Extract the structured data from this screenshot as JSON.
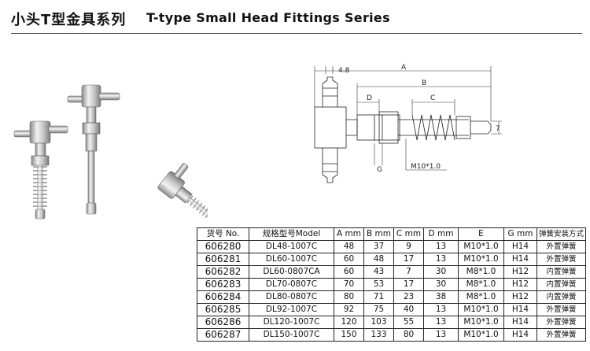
{
  "header": {
    "title_cn": "小头T型金具系列",
    "title_en": "T-type Small Head Fittings Series"
  },
  "diagram": {
    "dim_a": "A",
    "dim_b": "B",
    "dim_c": "C",
    "dim_d": "D",
    "dim_g": "G",
    "dim_48": "4.8",
    "dim_7": "7",
    "thread_label": "M10*1.0"
  },
  "table": {
    "headers": [
      "货号 No.",
      "规格型号Model",
      "A mm",
      "B mm",
      "C mm",
      "D mm",
      "E",
      "G mm",
      "弹簧安装方式"
    ],
    "rows": [
      [
        "606280",
        "DL48-1007C",
        "48",
        "37",
        "9",
        "13",
        "M10*1.0",
        "H14",
        "外置弹簧"
      ],
      [
        "606281",
        "DL60-1007C",
        "60",
        "48",
        "17",
        "13",
        "M10*1.0",
        "H14",
        "外置弹簧"
      ],
      [
        "606282",
        "DL60-0807CA",
        "60",
        "43",
        "7",
        "30",
        "M8*1.0",
        "H12",
        "内置弹簧"
      ],
      [
        "606283",
        "DL70-0807C",
        "70",
        "53",
        "17",
        "30",
        "M8*1.0",
        "H12",
        "内置弹簧"
      ],
      [
        "606284",
        "DL80-0807C",
        "80",
        "71",
        "23",
        "38",
        "M8*1.0",
        "H12",
        "内置弹簧"
      ],
      [
        "606285",
        "DL92-1007C",
        "92",
        "75",
        "40",
        "13",
        "M10*1.0",
        "H14",
        "外置弹簧"
      ],
      [
        "606286",
        "DL120-1007C",
        "120",
        "103",
        "55",
        "13",
        "M10*1.0",
        "H14",
        "外置弹簧"
      ],
      [
        "606287",
        "DL150-1007C",
        "150",
        "133",
        "80",
        "13",
        "M10*1.0",
        "H14",
        "外置弹簧"
      ]
    ]
  }
}
